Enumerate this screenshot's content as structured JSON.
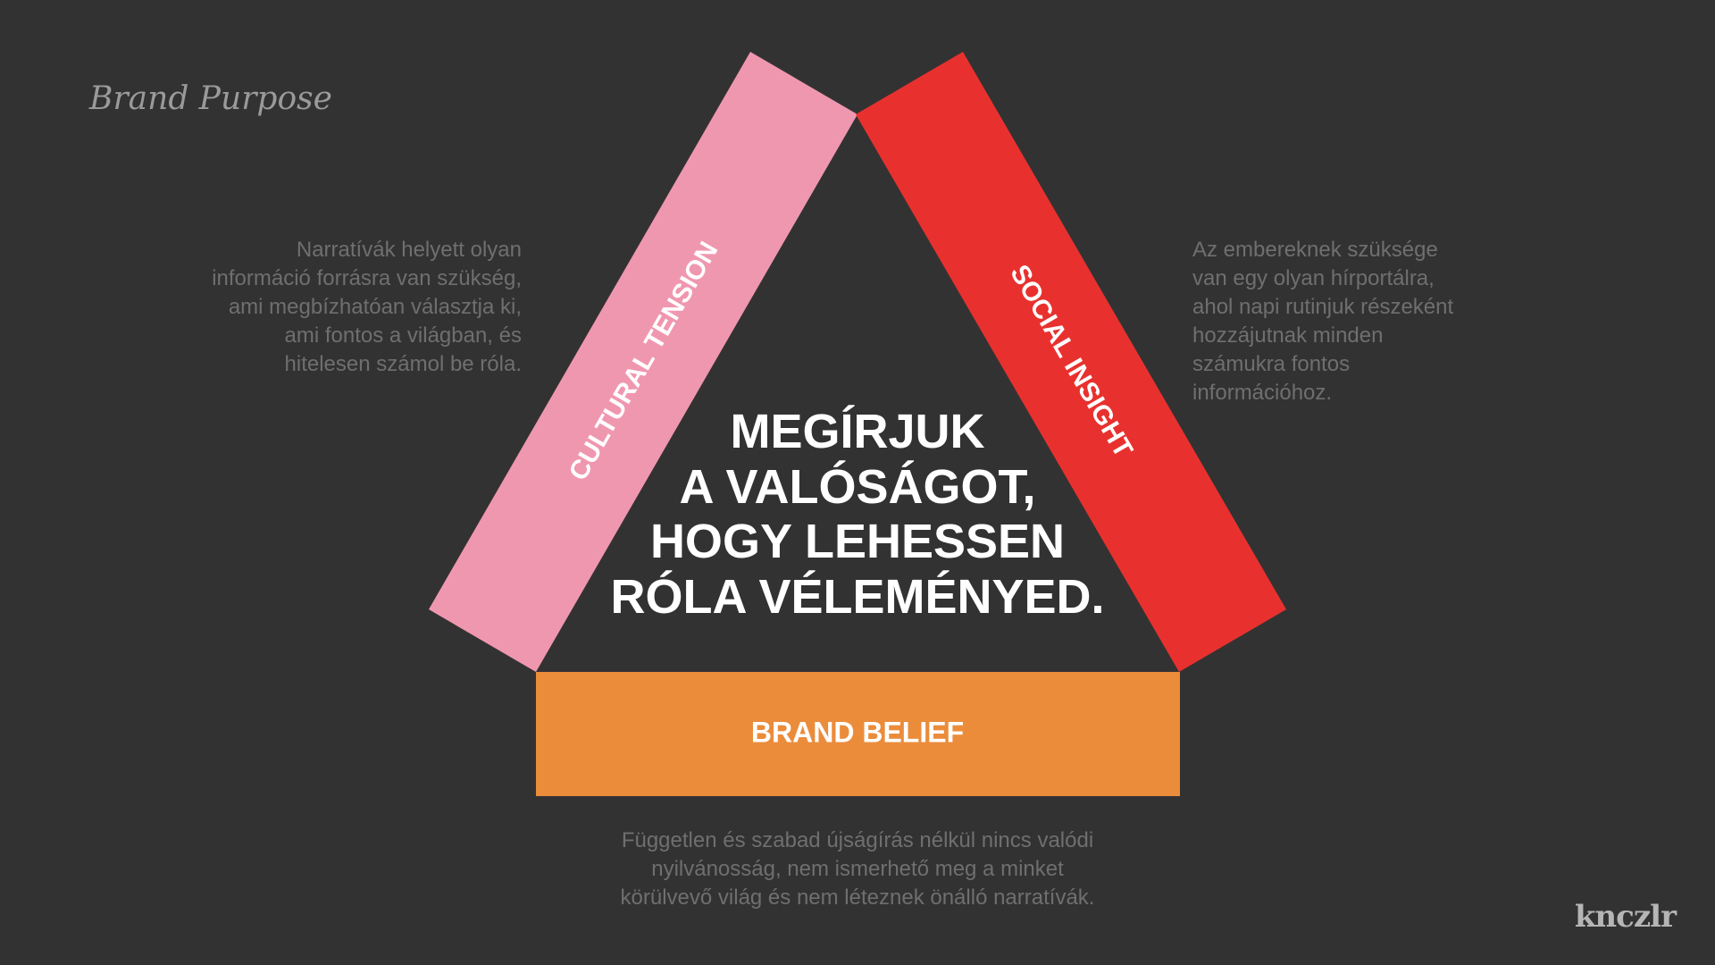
{
  "slide": {
    "title": "Brand Purpose",
    "logo": "knczlr",
    "colors": {
      "background": "#333233",
      "cultural_tension": "#f097b0",
      "social_insight": "#e8312e",
      "brand_belief": "#eb8c3b",
      "description_text": "#6f6f6f"
    }
  },
  "triangle": {
    "cultural_tension": {
      "label": "CULTURAL TENSION",
      "description": [
        "Narratívák helyett olyan",
        "információ forrásra van szükség,",
        "ami megbízhatóan választja ki,",
        "ami fontos a világban, és",
        "hitelesen számol be róla."
      ]
    },
    "social_insight": {
      "label": "SOCIAL INSIGHT",
      "description": [
        "Az embereknek szüksége",
        "van egy olyan hírportálra,",
        "ahol napi rutinjuk részeként",
        "hozzájutnak minden",
        "számukra fontos",
        "információhoz."
      ]
    },
    "brand_belief": {
      "label": "BRAND BELIEF",
      "description": [
        "Független és szabad újságírás nélkül nincs valódi",
        "nyilvánosság, nem ismerhető meg a minket",
        "körülvevő világ és nem léteznek önálló narratívák."
      ]
    },
    "center_statement": [
      "MEGÍRJUK",
      "A VALÓSÁGOT,",
      "HOGY LEHESSEN",
      "RÓLA VÉLEMÉNYED."
    ]
  }
}
